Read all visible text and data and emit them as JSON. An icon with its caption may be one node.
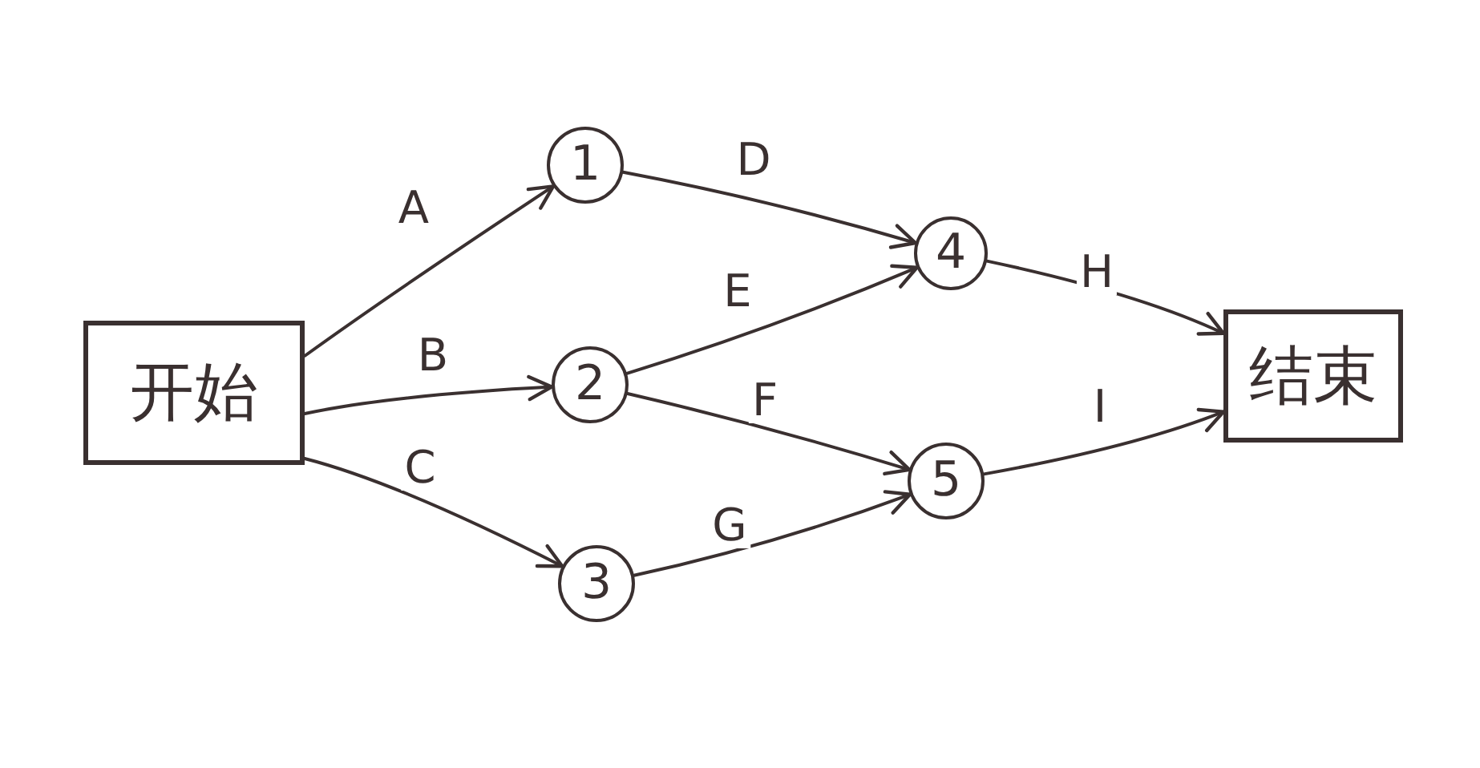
{
  "diagram": {
    "nodes": [
      {
        "text": [
          "开始"
        ]
      },
      {
        "text": [
          "1"
        ]
      },
      {
        "text": [
          "2"
        ]
      },
      {
        "text": [
          "3"
        ]
      },
      {
        "text": [
          "4"
        ]
      },
      {
        "text": [
          "5"
        ]
      },
      {
        "text": [
          "结束"
        ]
      }
    ],
    "edges": [
      {
        "from": 0,
        "to": 1,
        "arrow": "to",
        "label": "A"
      },
      {
        "from": 0,
        "to": 2,
        "arrow": "to",
        "label": "B"
      },
      {
        "from": 0,
        "to": 3,
        "arrow": "to",
        "label": "C"
      },
      {
        "from": 1,
        "to": 4,
        "arrow": "to",
        "label": "D"
      },
      {
        "from": 2,
        "to": 4,
        "arrow": "to",
        "label": "E"
      },
      {
        "from": 2,
        "to": 5,
        "arrow": "to",
        "label": "F"
      },
      {
        "from": 3,
        "to": 5,
        "arrow": "to",
        "label": "G"
      },
      {
        "from": 4,
        "to": 6,
        "arrow": "to",
        "label": "H"
      },
      {
        "from": 5,
        "to": 6,
        "arrow": "to",
        "label": "I"
      }
    ]
  }
}
